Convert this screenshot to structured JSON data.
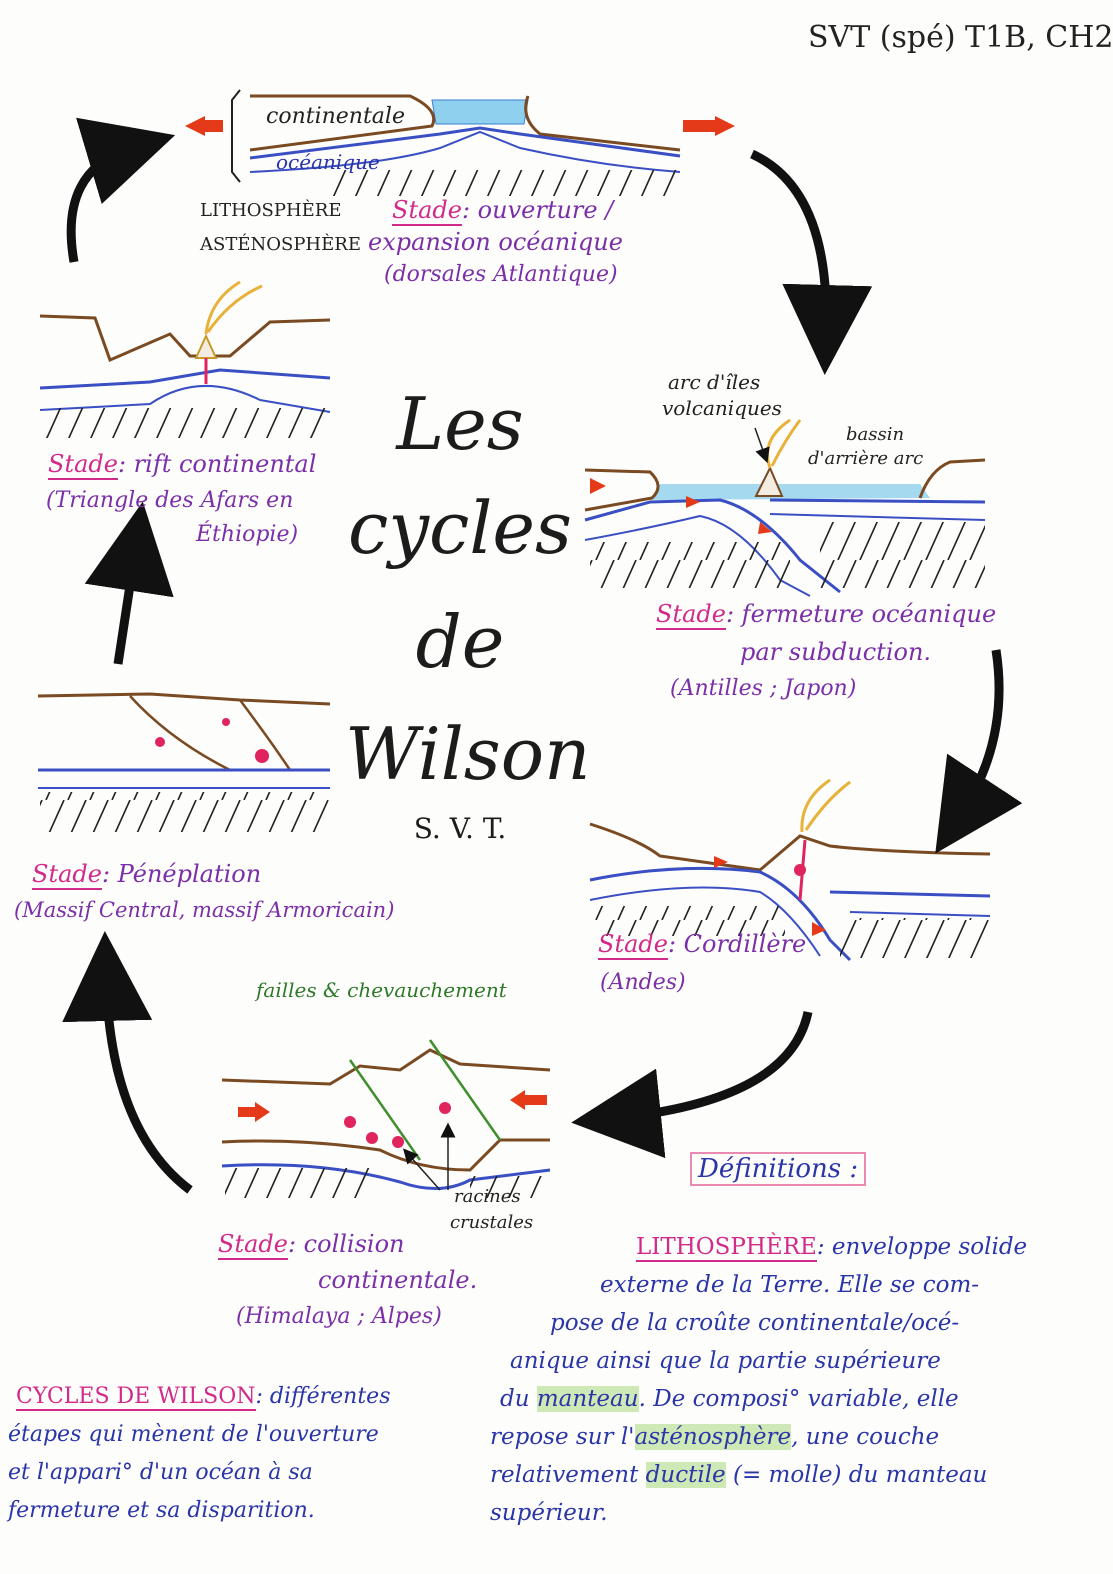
{
  "header": {
    "course_ref": "SVT (spé) T1B, CH2"
  },
  "title": {
    "line1": "Les",
    "line2": "cycles",
    "line3": "de",
    "line4": "Wilson",
    "subtitle": "S. V. T."
  },
  "stages": {
    "opening": {
      "label_continental": "continentale",
      "label_oceanic": "océanique",
      "label_lithosphere": "LITHOSPHÈRE",
      "label_asthenosphere": "ASTÉNOSPHÈRE",
      "stage_prefix": "Stade",
      "stage_name_1": ": ouverture /",
      "stage_name_2": "expansion océanique",
      "example": "(dorsales Atlantique)"
    },
    "subduction": {
      "label_arc": "arc d'îles",
      "label_arc2": "volcaniques",
      "label_basin": "bassin",
      "label_basin2": "d'arrière arc",
      "stage_prefix": "Stade",
      "stage_name_1": ": fermeture océanique",
      "stage_name_2": "par subduction.",
      "example": "(Antilles ; Japon)"
    },
    "cordillera": {
      "stage_prefix": "Stade",
      "stage_name": ": Cordillère",
      "example": "(Andes)"
    },
    "collision": {
      "label_faults": "failles & chevauchement",
      "label_roots_1": "racines",
      "label_roots_2": "crustales",
      "stage_prefix": "Stade",
      "stage_name_1": ": collision",
      "stage_name_2": "continentale.",
      "example": "(Himalaya ; Alpes)"
    },
    "peneplanation": {
      "stage_prefix": "Stade",
      "stage_name": ": Pénéplation",
      "example": "(Massif Central, massif Armoricain)"
    },
    "rift": {
      "stage_prefix": "Stade",
      "stage_name": ": rift continental",
      "example_1": "(Triangle des Afars en",
      "example_2": "Éthiopie)"
    }
  },
  "definitions": {
    "heading": "Définitions :",
    "lithosphere_term": "LITHOSPHÈRE",
    "lithosphere_text_1": ": enveloppe solide",
    "lithosphere_text_2": "externe de la Terre. Elle se com-",
    "lithosphere_text_3": "pose de la croûte continentale/océ-",
    "lithosphere_text_4": "anique ainsi que la partie supérieure",
    "lithosphere_text_5a": "du",
    "lithosphere_text_5b": "manteau",
    "lithosphere_text_5c": ". De composi° variable, elle",
    "lithosphere_text_6a": "repose sur l'",
    "lithosphere_text_6b": "asténosphère",
    "lithosphere_text_6c": ", une couche",
    "lithosphere_text_7a": "relativement",
    "lithosphere_text_7b": "ductile",
    "lithosphere_text_7c": " (= molle) du manteau",
    "lithosphere_text_8": "supérieur.",
    "wilson_term": "CYCLES DE WILSON",
    "wilson_text_1": ": différentes",
    "wilson_text_2": "étapes qui mènent de l'ouverture",
    "wilson_text_3": "et l'appari° d'un océan à sa",
    "wilson_text_4": "fermeture et sa disparition."
  },
  "colors": {
    "continental_crust": "#7a4a22",
    "oceanic_crust": "#3b4fc4",
    "ocean_water": "#8fd0ee",
    "plate_arrow": "#e53a1a",
    "magma": "#e0245e",
    "fault_line": "#3f8f2e",
    "volcano_smoke": "#e8b23a",
    "cycle_arrow": "#111111",
    "stage_label": "#7b2fa8",
    "stage_underline": "#d12a8a",
    "definition_text": "#2a35a8",
    "highlight": "#cfe9b6"
  }
}
